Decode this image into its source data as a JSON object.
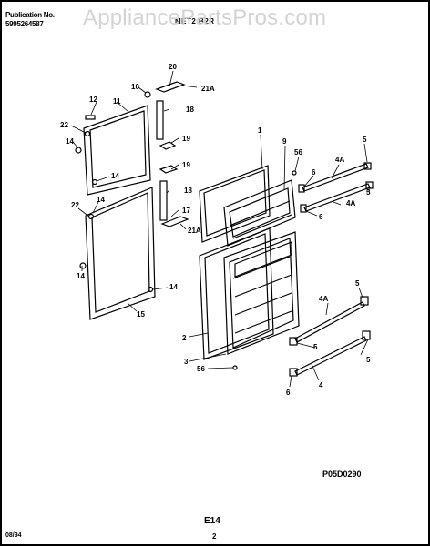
{
  "header": {
    "publication_label": "Publication No.",
    "publication_number": "5995264587",
    "model": "MET2 B2R"
  },
  "watermark": "AppliancePartsPros.com",
  "footer": {
    "figure_code": "P05D0290",
    "page_code": "E14",
    "page_number": "2",
    "date": "08/94"
  },
  "callouts": {
    "c1": "1",
    "c2": "2",
    "c3": "3",
    "c4": "4",
    "c4a_top1": "4A",
    "c4a_top2": "4A",
    "c4a_mid": "4A",
    "c5_a": "5",
    "c5_b": "5",
    "c5_c": "5",
    "c5_d": "5",
    "c5_e": "5",
    "c6_a": "6",
    "c6_b": "6",
    "c6_c": "6",
    "c9": "9",
    "c10": "10",
    "c11": "11",
    "c12": "12",
    "c14_a": "14",
    "c14_b": "14",
    "c14_c": "14",
    "c14_d": "14",
    "c14_e": "14",
    "c15": "15",
    "c17": "17",
    "c18_a": "18",
    "c18_b": "18",
    "c19_a": "19",
    "c19_b": "19",
    "c20": "20",
    "c21a_a": "21A",
    "c21a_b": "21A",
    "c22_a": "22",
    "c22_b": "22",
    "c56_a": "56",
    "c56_b": "56"
  }
}
